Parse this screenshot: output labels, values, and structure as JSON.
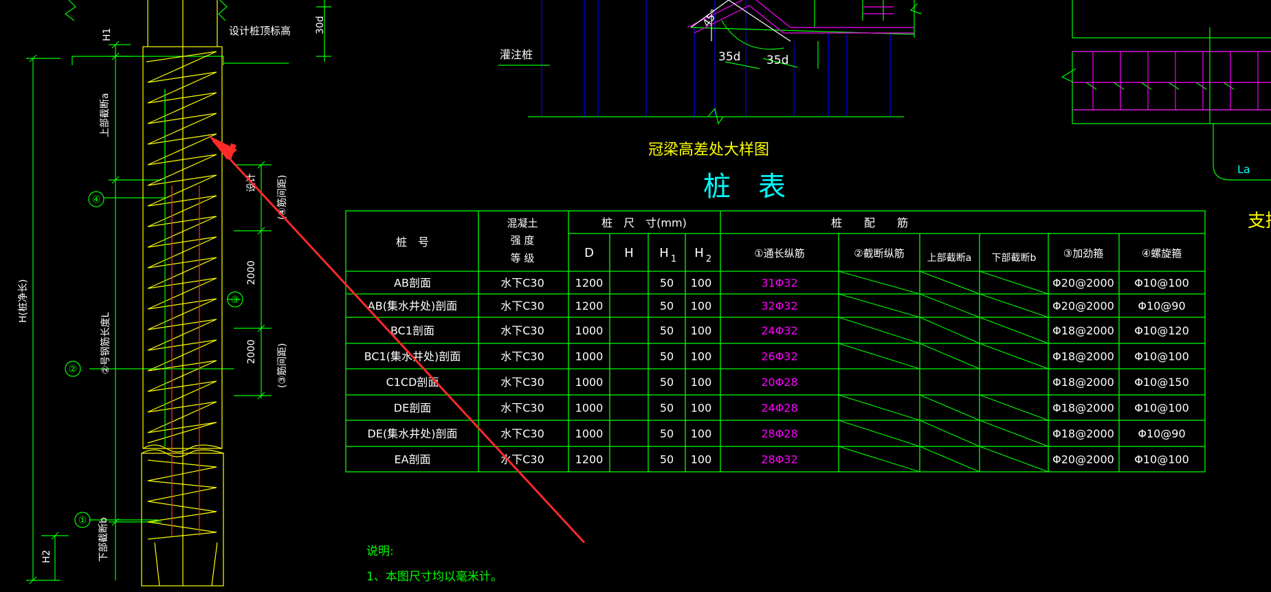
{
  "colors": {
    "background": "#000000",
    "green": "#00ff00",
    "yellow": "#ffff00",
    "magenta": "#ff00ff",
    "cyan": "#00ffff",
    "white": "#ffffff",
    "blue": "#0000ff",
    "red": "#ff0000",
    "annotation_arrow": "#ff2a2a"
  },
  "pile_section": {
    "label_h1": "H1",
    "label_top_elev": "设计桩顶标高",
    "label_30d": "30d",
    "label_upper_cut": "上部截断a",
    "label_length": "H(桩净长)",
    "label_bar2_length": "②号钢筋长度L",
    "label_lower_cut": "下部截断b",
    "label_h2": "H2",
    "label_2000_a": "2000",
    "label_2000_b": "2000",
    "label_spacing_a": "(④筋间距)",
    "label_spacing_b": "(③筋间距)",
    "label_cut": "设计",
    "callouts": [
      "④",
      "③",
      "②",
      "①"
    ]
  },
  "detail": {
    "label_pile": "灌注桩",
    "label_45": "45°",
    "label_35d_a": "35d",
    "label_35d_b": "35d",
    "title": "冠梁高差处大样图"
  },
  "right_detail": {
    "label_la": "La",
    "label_support": "支撑"
  },
  "table": {
    "title": "桩　表",
    "header": {
      "pile_no": "桩　号",
      "concrete": [
        "混凝土",
        "强 度",
        "等 级"
      ],
      "size_group": "桩　尺　寸(mm)",
      "rebar_group": "桩　　配　　筋",
      "D": "D",
      "H": "H",
      "H1": "H",
      "H1_sub": "1",
      "H2": "H",
      "H2_sub": "2",
      "bar1": "①通长纵筋",
      "bar2": "②截断纵筋",
      "upper_cut": "上部截断a",
      "lower_cut": "下部截断b",
      "bar3": "③加劲箍",
      "bar4": "④螺旋箍"
    },
    "rows": [
      {
        "name": "AB剖面",
        "grade": "水下C30",
        "D": "1200",
        "H": "",
        "H1": "50",
        "H2": "100",
        "bar1": "31Φ32",
        "bar3": "Φ20@2000",
        "bar4": "Φ10@100"
      },
      {
        "name": "AB(集水井处)剖面",
        "grade": "水下C30",
        "D": "1200",
        "H": "",
        "H1": "50",
        "H2": "100",
        "bar1": "32Φ32",
        "bar3": "Φ20@2000",
        "bar4": "Φ10@90"
      },
      {
        "name": "BC1剖面",
        "grade": "水下C30",
        "D": "1000",
        "H": "",
        "H1": "50",
        "H2": "100",
        "bar1": "24Φ32",
        "bar3": "Φ18@2000",
        "bar4": "Φ10@120"
      },
      {
        "name": "BC1(集水井处)剖面",
        "grade": "水下C30",
        "D": "1000",
        "H": "",
        "H1": "50",
        "H2": "100",
        "bar1": "26Φ32",
        "bar3": "Φ18@2000",
        "bar4": "Φ10@100"
      },
      {
        "name": "C1CD剖面",
        "grade": "水下C30",
        "D": "1000",
        "H": "",
        "H1": "50",
        "H2": "100",
        "bar1": "20Φ28",
        "bar3": "Φ18@2000",
        "bar4": "Φ10@150"
      },
      {
        "name": "DE剖面",
        "grade": "水下C30",
        "D": "1000",
        "H": "",
        "H1": "50",
        "H2": "100",
        "bar1": "24Φ28",
        "bar3": "Φ18@2000",
        "bar4": "Φ10@100"
      },
      {
        "name": "DE(集水井处)剖面",
        "grade": "水下C30",
        "D": "1000",
        "H": "",
        "H1": "50",
        "H2": "100",
        "bar1": "28Φ28",
        "bar3": "Φ18@2000",
        "bar4": "Φ10@90"
      },
      {
        "name": "EA剖面",
        "grade": "水下C30",
        "D": "1200",
        "H": "",
        "H1": "50",
        "H2": "100",
        "bar1": "28Φ32",
        "bar3": "Φ20@2000",
        "bar4": "Φ10@100"
      }
    ]
  },
  "notes": {
    "title": "说明:",
    "line1": "1、本图尺寸均以毫米计。"
  }
}
